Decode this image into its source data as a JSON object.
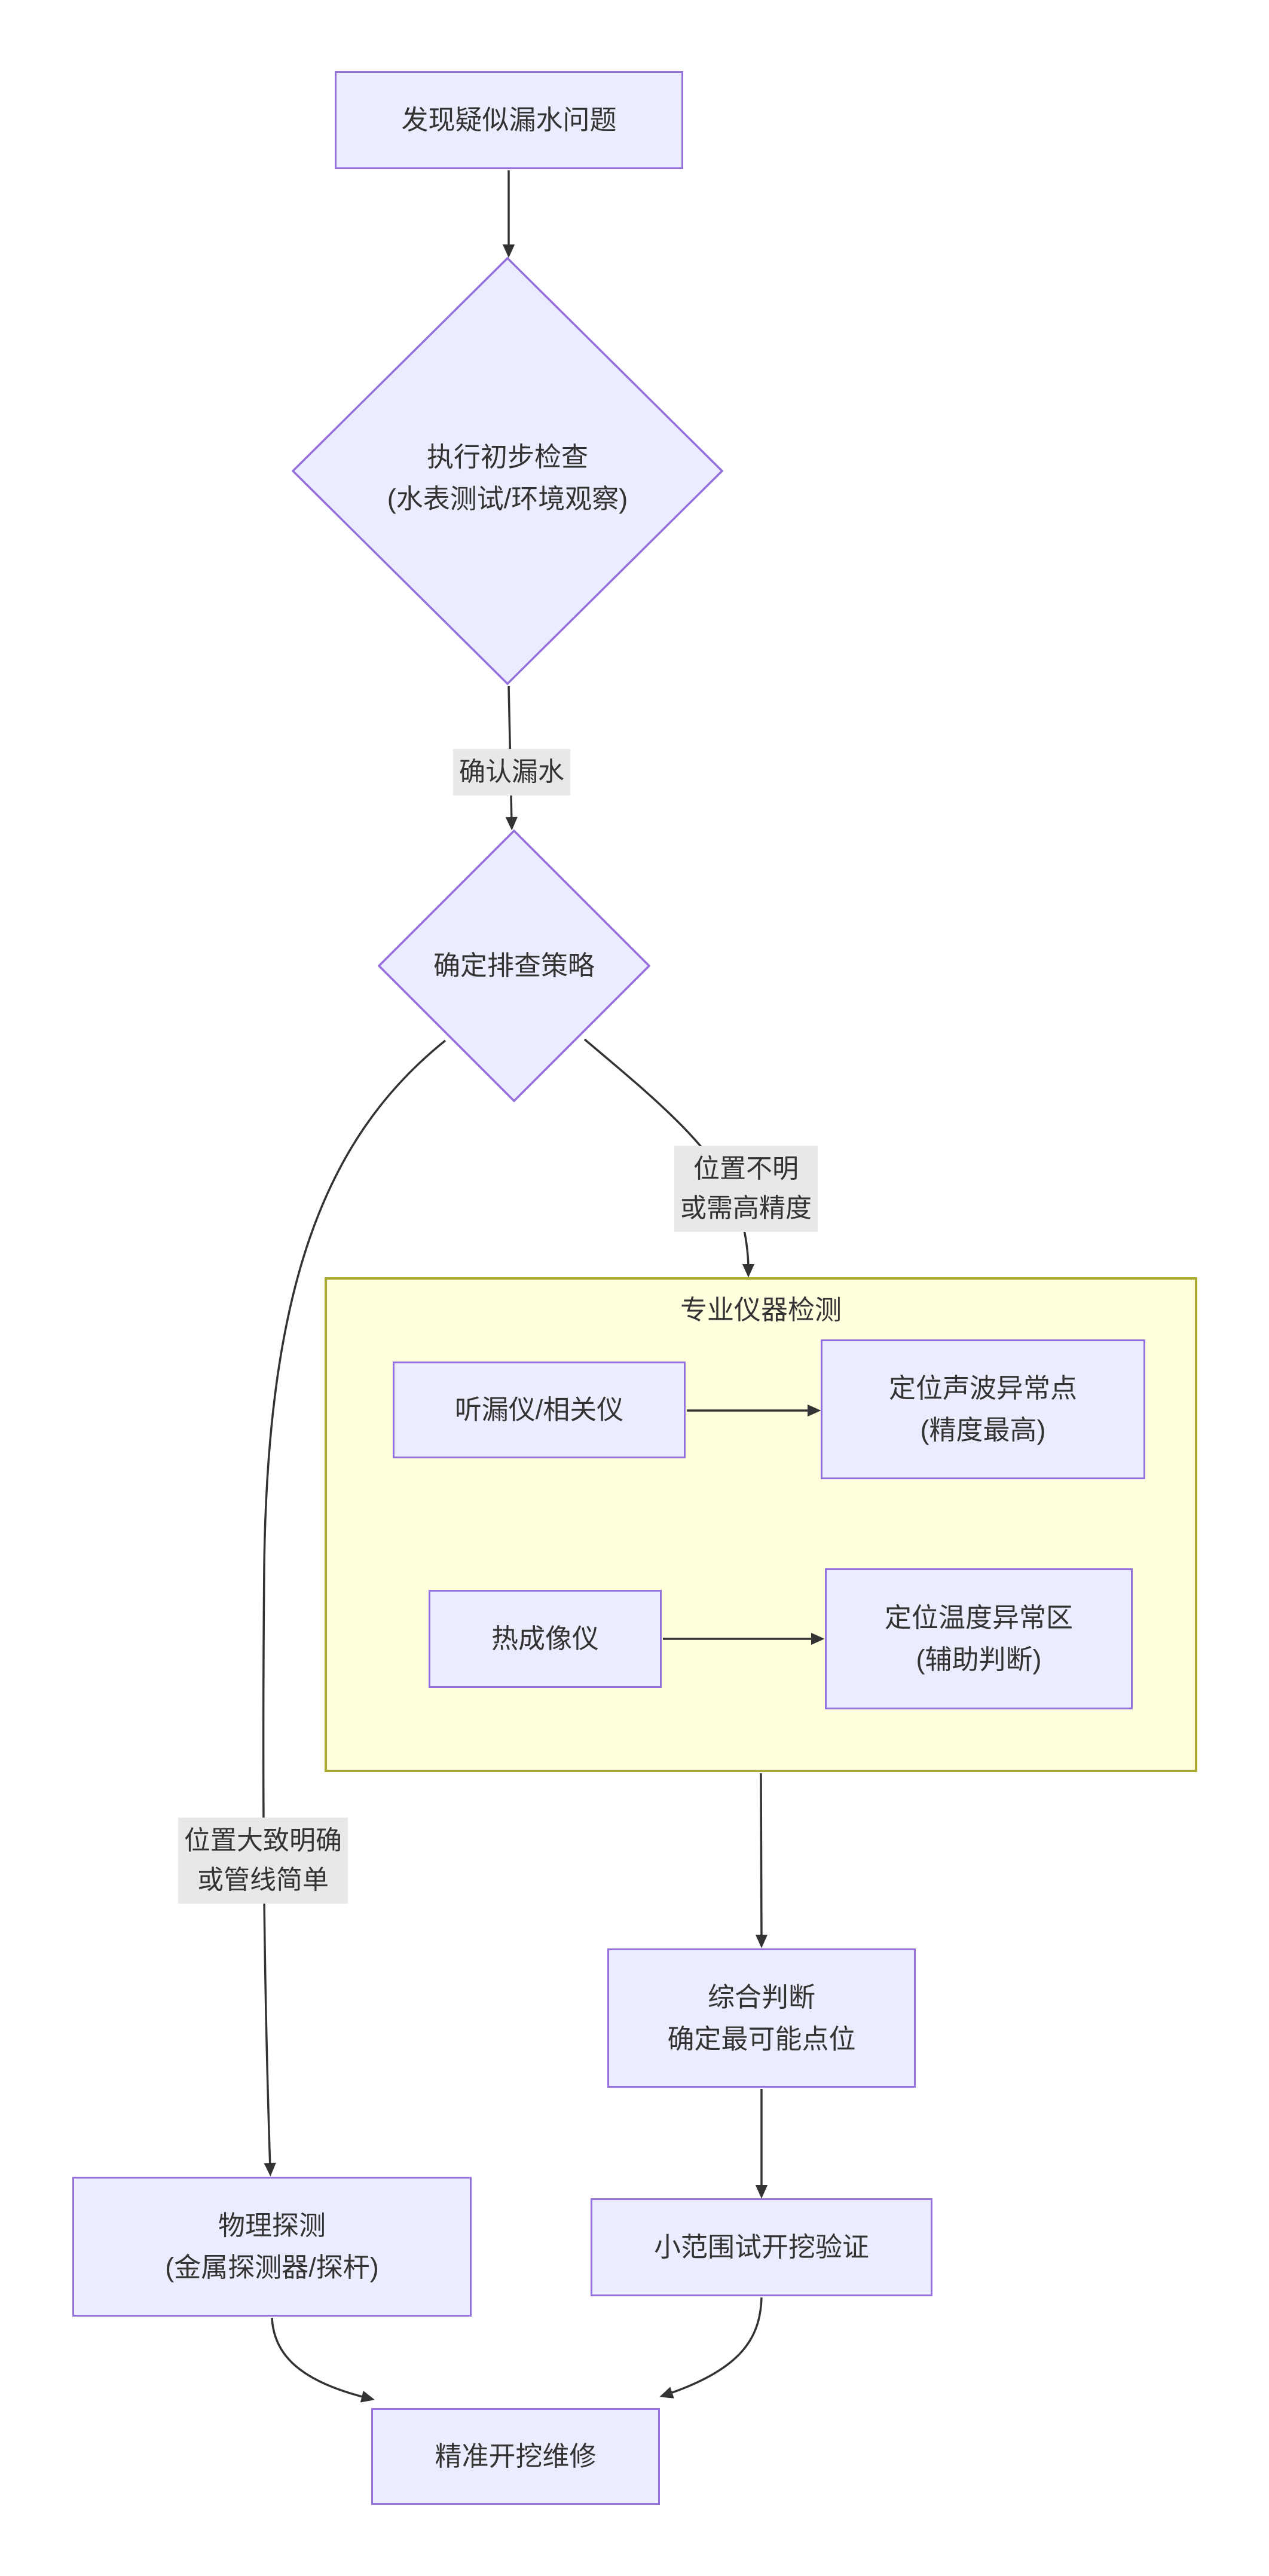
{
  "diagram": {
    "background": "#FFFFFF",
    "colors": {
      "node_fill": "#ECECFF",
      "node_border": "#9370DB",
      "cluster_fill": "#FFFFDE",
      "cluster_border": "#AAAA33",
      "edge_stroke": "#333333",
      "edge_label_bg": "#E8E8E8",
      "text": "#333333"
    },
    "nodes": {
      "start": {
        "label": "发现疑似漏水问题"
      },
      "decision_initial": {
        "line1": "执行初步检查",
        "line2": "(水表测试/环境观察)"
      },
      "decision_strategy": {
        "label": "确定排查策略"
      },
      "listen": {
        "label": "听漏仪/相关仪"
      },
      "acoustic": {
        "line1": "定位声波异常点",
        "line2": "(精度最高)"
      },
      "thermal": {
        "label": "热成像仪"
      },
      "thermal_zone": {
        "line1": "定位温度异常区",
        "line2": "(辅助判断)"
      },
      "judge": {
        "line1": "综合判断",
        "line2": "确定最可能点位"
      },
      "physical": {
        "line1": "物理探测",
        "line2": "(金属探测器/探杆)"
      },
      "trial": {
        "label": "小范围试开挖验证"
      },
      "repair": {
        "label": "精准开挖维修"
      }
    },
    "subgraph": {
      "title": "专业仪器检测"
    },
    "edge_labels": {
      "confirm": {
        "label": "确认漏水"
      },
      "unknown": {
        "line1": "位置不明",
        "line2": "或需高精度"
      },
      "known": {
        "line1": "位置大致明确",
        "line2": "或管线简单"
      }
    }
  }
}
